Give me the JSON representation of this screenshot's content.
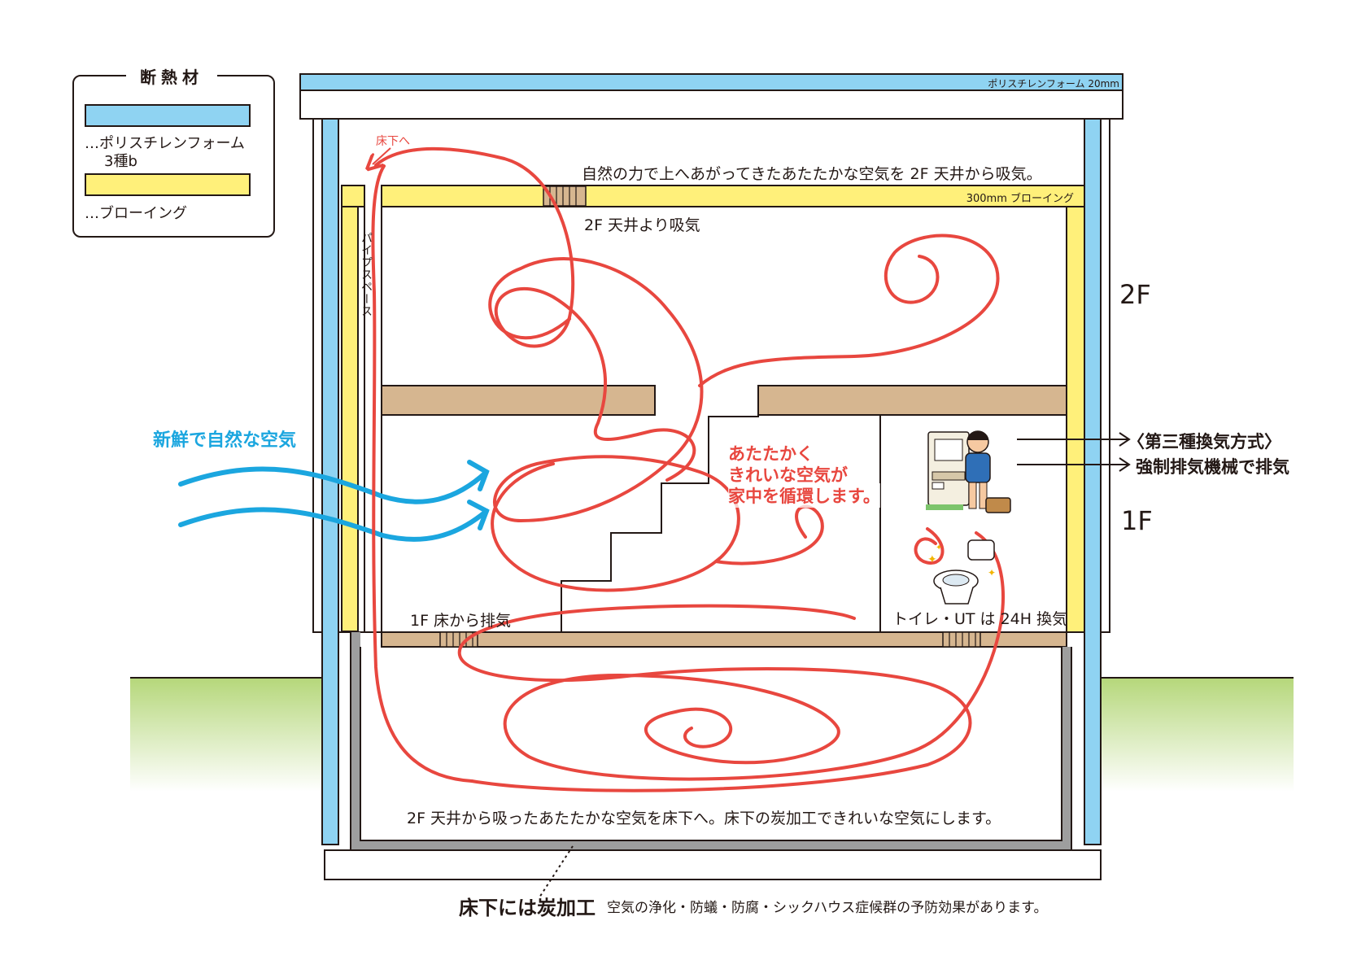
{
  "legend": {
    "title": "断熱材",
    "items": [
      {
        "label_line1": "…ポリスチレンフォーム",
        "label_line2": "3種b",
        "color": "#8FD3F2"
      },
      {
        "label_line1": "…ブローイング",
        "label_line2": "",
        "color": "#FFF07A"
      }
    ]
  },
  "roof_label": "ポリスチレンフォーム 20mm",
  "ceiling_label": "300mm ブローイング",
  "pipe_space_label": "パイプスペース",
  "yuka_shita_arrow_label": "床下へ",
  "top_caption": "自然の力で上へあがってきたあたたかな空気を 2F 天井から吸気。",
  "ceiling_intake_label": "2F 天井より吸気",
  "fresh_air_label": "新鮮で自然な空気",
  "warm_air_label": [
    "あたたかく",
    "きれいな空気が",
    "家中を循環します。"
  ],
  "floor_exhaust_label": "1F 床から排気",
  "toilet_label": "トイレ・UT は 24H 換気",
  "ventilation_label_1": "〈第三種換気方式〉",
  "ventilation_label_2": "強制排気機械で排気",
  "floor_2f": "2F",
  "floor_1f": "1F",
  "underfloor_caption": "2F 天井から吸ったあたたかな空気を床下へ。床下の炭加工できれいな空気にします。",
  "charcoal_title": "床下には炭加工",
  "charcoal_note": "空気の浄化・防蟻・防腐・シックハウス症候群の予防効果があります。",
  "colors": {
    "insulation_blue": "#8FD3F2",
    "blowing_yellow": "#FFF07A",
    "floor_brown": "#D6B690",
    "air_red": "#E8473F",
    "fresh_blue": "#1BA6DF",
    "ground_green": "#B5D77A",
    "foundation_gray": "#9E9E9E"
  },
  "icons": [
    "toilet-icon",
    "bathroom-person-icon",
    "vent-grille-icon"
  ]
}
